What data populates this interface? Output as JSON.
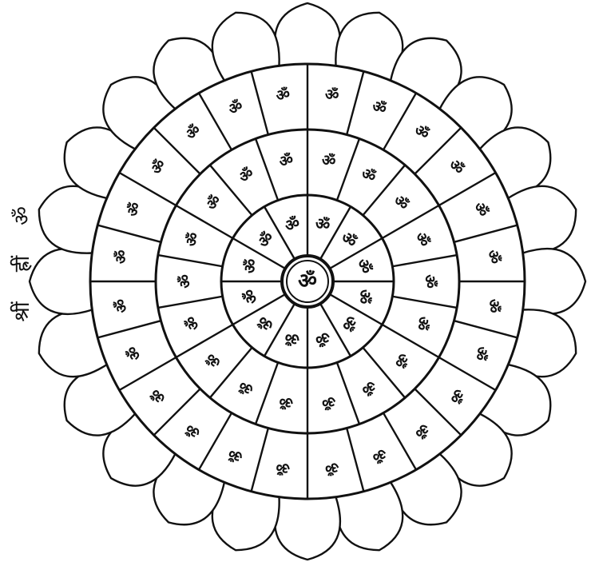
{
  "colors": {
    "ink": "#111111",
    "paper": "#ffffff"
  },
  "center": {
    "symbol": "ॐ"
  },
  "side_text": {
    "items": [
      "ॐ",
      "ह्रीं",
      "श्रीं"
    ]
  },
  "rings": {
    "inner": [
      "ॐ",
      "ॐ",
      "ॐ",
      "ॐ",
      "ॐ",
      "ॐ",
      "ॐ",
      "ॐ",
      "ॐ",
      "ॐ",
      "ॐ",
      "ॐ"
    ],
    "middle": [
      "ॐ",
      "ॐ",
      "ॐ",
      "ॐ",
      "ॐ",
      "ॐ",
      "ॐ",
      "ॐ",
      "ॐ",
      "ॐ",
      "ॐ",
      "ॐ",
      "ॐ",
      "ॐ",
      "ॐ",
      "ॐ",
      "ॐ",
      "ॐ"
    ],
    "outer": [
      "ॐ",
      "ॐ",
      "ॐ",
      "ॐ",
      "ॐ",
      "ॐ",
      "ॐ",
      "ॐ",
      "ॐ",
      "ॐ",
      "ॐ",
      "ॐ",
      "ॐ",
      "ॐ",
      "ॐ",
      "ॐ",
      "ॐ",
      "ॐ",
      "ॐ",
      "ॐ",
      "ॐ",
      "ॐ",
      "ॐ",
      "ॐ"
    ]
  },
  "petals": {
    "count": 24
  }
}
